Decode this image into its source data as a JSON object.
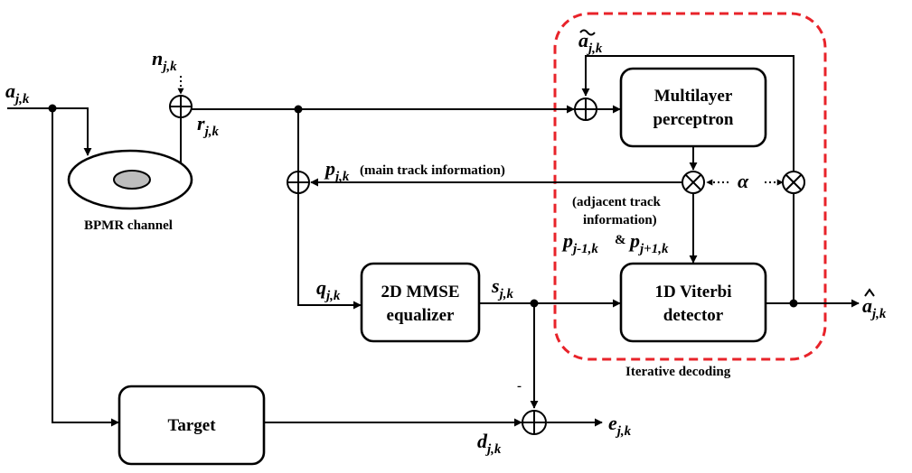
{
  "blocks": {
    "mlp": [
      "Multilayer",
      "perceptron"
    ],
    "equalizer": [
      "2D MMSE",
      "equalizer"
    ],
    "viterbi": [
      "1D Viterbi",
      "detector"
    ],
    "target": "Target"
  },
  "labels": {
    "channel": "BPMR channel",
    "iterative": "Iterative decoding",
    "main_track": "(main track information)",
    "adjacent_track": [
      "(adjacent track",
      "information)"
    ],
    "ampersand": "&",
    "minus": "-"
  },
  "signals": {
    "a": {
      "base": "a",
      "sub": "j,k"
    },
    "n": {
      "base": "n",
      "sub": "j,k"
    },
    "r": {
      "base": "r",
      "sub": "j,k"
    },
    "p": {
      "base": "p",
      "sub": "j,k"
    },
    "q": {
      "base": "q",
      "sub": "j,k"
    },
    "s": {
      "base": "s",
      "sub": "j,k"
    },
    "d": {
      "base": "d",
      "sub": "j,k"
    },
    "e": {
      "base": "e",
      "sub": "j,k"
    },
    "a_tilde": {
      "base": "a",
      "sub": "j,k"
    },
    "a_hat": {
      "base": "a",
      "sub": "j,k"
    },
    "p_prev": {
      "base": "p",
      "sub": "j-1,k"
    },
    "p_next": {
      "base": "p",
      "sub": "j+1,k"
    },
    "alpha": "α"
  },
  "colors": {
    "line": "#000000",
    "dashed_region": "#e8232a",
    "disk_center": "#bdbdbd"
  }
}
